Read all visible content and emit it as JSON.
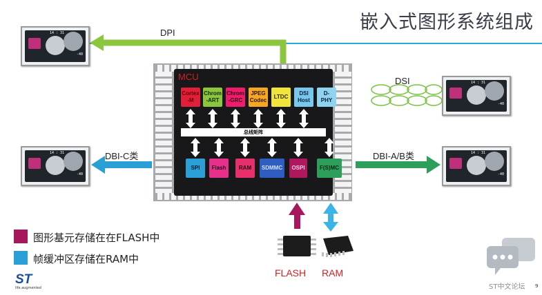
{
  "title": "嵌入式图形系统组成",
  "mcu_label": "MCU",
  "bus_label": "总线矩阵",
  "top_blocks": [
    {
      "label": "Cortex\n-M",
      "color": "#e0203a",
      "text_color": "#6a0000"
    },
    {
      "label": "Chrom\n-ART",
      "color": "#8cc63f",
      "text_color": "#0d2a0d"
    },
    {
      "label": "Chrom\n-GRC",
      "color": "#ee1c6c",
      "text_color": "#3a0010"
    },
    {
      "label": "JPEG\nCodec",
      "color": "#f5a623",
      "text_color": "#2a1800"
    },
    {
      "label": "LTDC",
      "color": "#f3e43c",
      "text_color": "#2a2a00"
    },
    {
      "label": "DSI\nHost",
      "color": "#7ac7ee",
      "text_color": "#00203a"
    },
    {
      "label": "D-\nPHY",
      "color": "#8fd3f0",
      "text_color": "#00203a"
    }
  ],
  "bottom_blocks": [
    {
      "label": "SPI",
      "color": "#2a9fd6",
      "text_color": "#001a33"
    },
    {
      "label": "Flash",
      "color": "#e6308c",
      "text_color": "#2a0018"
    },
    {
      "label": "RAM",
      "color": "#e6306c",
      "text_color": "#2a0010"
    },
    {
      "label": "SDMMC",
      "color": "#2e5dbf",
      "text_color": "#cfe0ff"
    },
    {
      "label": "OSPI",
      "color": "#b0185e",
      "text_color": "#ffd0e4"
    },
    {
      "label": "F(S)MC",
      "color": "#2e9e5b",
      "text_color": "#002a12"
    }
  ],
  "interfaces": {
    "dpi": "DPI",
    "dsi": "DSI",
    "dbi_c": "DBI-C类",
    "dbi_ab": "DBI-A/B类"
  },
  "memory": {
    "flash": "FLASH",
    "ram": "RAM"
  },
  "legend": [
    {
      "text": "图形基元存储在在FLASH中",
      "color": "#a6175c"
    },
    {
      "text": "帧缓冲区存储在RAM中",
      "color": "#2a9fd6"
    }
  ],
  "screen_text": {
    "time": "14 : 31",
    "temp": "-40"
  },
  "logo": {
    "text": "ST",
    "tagline": "life.augmented"
  },
  "forum": {
    "label": "ST中文论坛"
  },
  "page_number": "9",
  "colors": {
    "dpi_arrow": "#8cc63f",
    "dbi_c_arrow": "#2a9fd6",
    "dbi_ab_arrow": "#2e9e5b",
    "flash_arrow": "#a6175c",
    "ram_arrow": "#3ab4e6",
    "dsi_links": "#7ac143",
    "red_text": "#d61e1e",
    "accent_line": "#28a9d8"
  }
}
